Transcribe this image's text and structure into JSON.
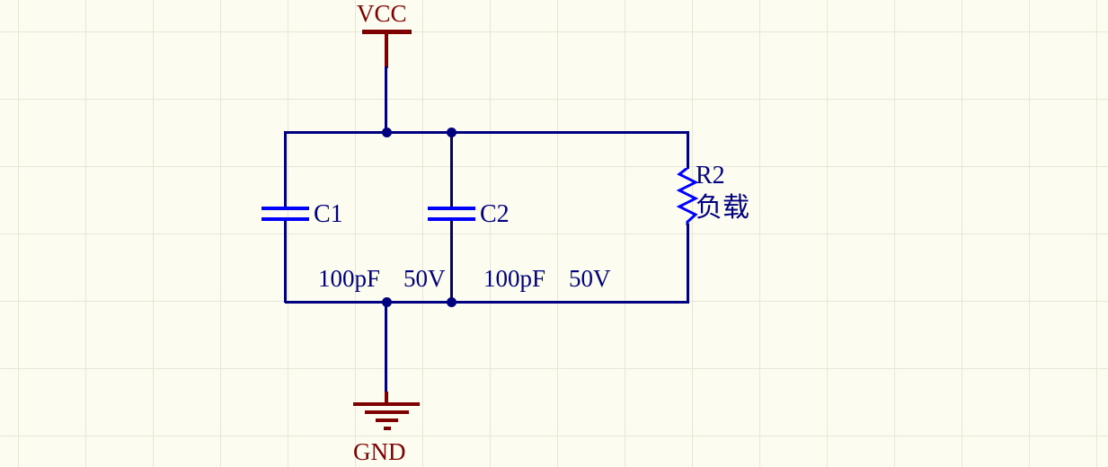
{
  "schematic": {
    "power": {
      "vcc_label": "VCC",
      "gnd_label": "GND"
    },
    "components": {
      "c1": {
        "designator": "C1",
        "value": "100pF",
        "voltage": "50V",
        "type": "capacitor"
      },
      "c2": {
        "designator": "C2",
        "value": "100pF",
        "voltage": "50V",
        "type": "capacitor"
      },
      "r2": {
        "designator": "R2",
        "comment": "负载",
        "type": "resistor"
      }
    },
    "colors": {
      "wire": "#000080",
      "component": "#0000FF",
      "power": "#7F0000",
      "text": "#000080",
      "background": "#FDFCF0",
      "grid": "#E7E7D9"
    }
  }
}
